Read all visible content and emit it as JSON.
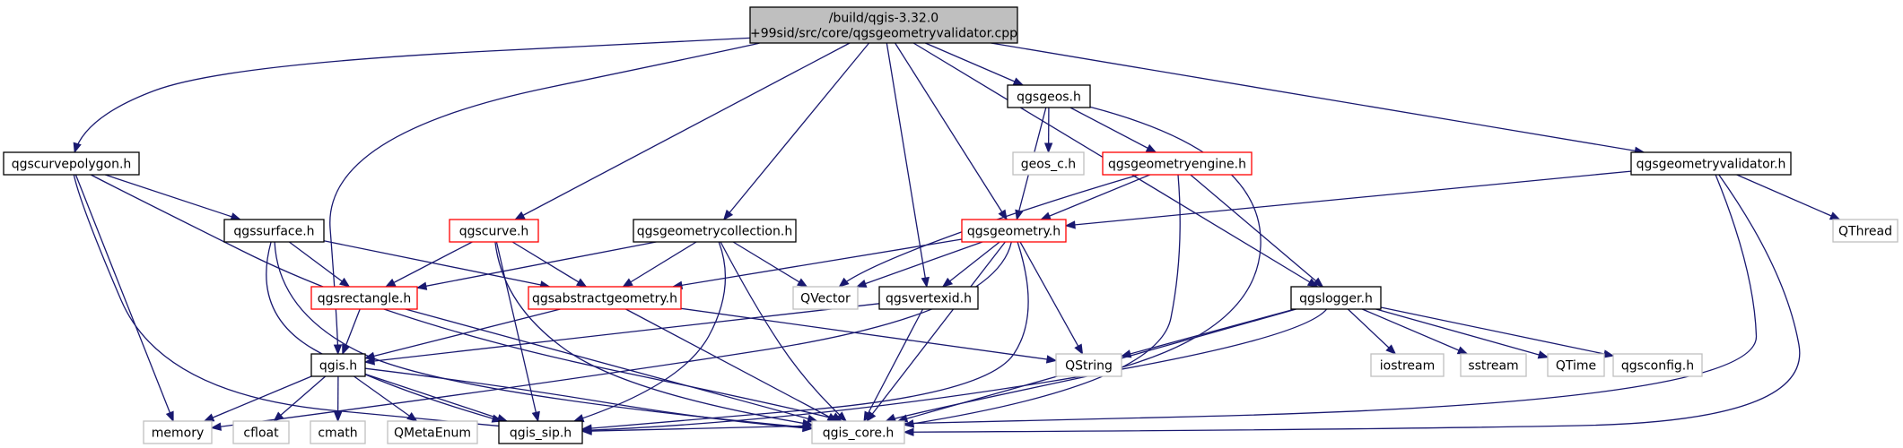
{
  "nodes": [
    {
      "id": "root",
      "kind": "root",
      "label_lines": [
        "/build/qgis-3.32.0",
        "+99sid/src/core/qgsgeometryvalidator.cpp"
      ]
    },
    {
      "id": "qgscurvepolygon_h",
      "kind": "doc",
      "label_lines": [
        "qgscurvepolygon.h"
      ]
    },
    {
      "id": "qgssurface_h",
      "kind": "doc",
      "label_lines": [
        "qgssurface.h"
      ]
    },
    {
      "id": "qgscurve_h",
      "kind": "red",
      "label_lines": [
        "qgscurve.h"
      ]
    },
    {
      "id": "qgsgeometrycollection_h",
      "kind": "doc",
      "label_lines": [
        "qgsgeometrycollection.h"
      ]
    },
    {
      "id": "qgsgeos_h",
      "kind": "doc",
      "label_lines": [
        "qgsgeos.h"
      ]
    },
    {
      "id": "geos_c_h",
      "kind": "ext",
      "label_lines": [
        "geos_c.h"
      ]
    },
    {
      "id": "qgsgeometryengine_h",
      "kind": "red",
      "label_lines": [
        "qgsgeometryengine.h"
      ]
    },
    {
      "id": "qgsgeometry_h",
      "kind": "red",
      "label_lines": [
        "qgsgeometry.h"
      ]
    },
    {
      "id": "qgsgeometryvalidator_h",
      "kind": "doc",
      "label_lines": [
        "qgsgeometryvalidator.h"
      ]
    },
    {
      "id": "QThread",
      "kind": "ext",
      "label_lines": [
        "QThread"
      ]
    },
    {
      "id": "qgsrectangle_h",
      "kind": "red",
      "label_lines": [
        "qgsrectangle.h"
      ]
    },
    {
      "id": "qgsabstractgeometry_h",
      "kind": "red",
      "label_lines": [
        "qgsabstractgeometry.h"
      ]
    },
    {
      "id": "QVector",
      "kind": "ext",
      "label_lines": [
        "QVector"
      ]
    },
    {
      "id": "qgsvertexid_h",
      "kind": "doc",
      "label_lines": [
        "qgsvertexid.h"
      ]
    },
    {
      "id": "qgslogger_h",
      "kind": "doc",
      "label_lines": [
        "qgslogger.h"
      ]
    },
    {
      "id": "qgis_h",
      "kind": "doc",
      "label_lines": [
        "qgis.h"
      ]
    },
    {
      "id": "QString",
      "kind": "ext",
      "label_lines": [
        "QString"
      ]
    },
    {
      "id": "iostream",
      "kind": "ext",
      "label_lines": [
        "iostream"
      ]
    },
    {
      "id": "sstream",
      "kind": "ext",
      "label_lines": [
        "sstream"
      ]
    },
    {
      "id": "QTime",
      "kind": "ext",
      "label_lines": [
        "QTime"
      ]
    },
    {
      "id": "qgsconfig_h",
      "kind": "ext",
      "label_lines": [
        "qgsconfig.h"
      ]
    },
    {
      "id": "memory",
      "kind": "ext",
      "label_lines": [
        "memory"
      ]
    },
    {
      "id": "cfloat",
      "kind": "ext",
      "label_lines": [
        "cfloat"
      ]
    },
    {
      "id": "cmath",
      "kind": "ext",
      "label_lines": [
        "cmath"
      ]
    },
    {
      "id": "QMetaEnum",
      "kind": "ext",
      "label_lines": [
        "QMetaEnum"
      ]
    },
    {
      "id": "qgis_sip_h",
      "kind": "doc",
      "label_lines": [
        "qgis_sip.h"
      ]
    },
    {
      "id": "qgis_core_h",
      "kind": "ext",
      "label_lines": [
        "qgis_core.h"
      ]
    }
  ],
  "edges": [
    [
      "root",
      "qgscurvepolygon_h"
    ],
    [
      "root",
      "qgis_h"
    ],
    [
      "root",
      "qgscurve_h"
    ],
    [
      "root",
      "qgsgeometrycollection_h"
    ],
    [
      "root",
      "qgsvertexid_h"
    ],
    [
      "root",
      "qgsgeometry_h"
    ],
    [
      "root",
      "qgsgeos_h"
    ],
    [
      "root",
      "qgslogger_h"
    ],
    [
      "root",
      "qgsgeometryvalidator_h"
    ],
    [
      "qgscurvepolygon_h",
      "qgssurface_h"
    ],
    [
      "qgscurvepolygon_h",
      "memory"
    ],
    [
      "qgscurvepolygon_h",
      "qgis_sip_h"
    ],
    [
      "qgscurvepolygon_h",
      "qgis_core_h"
    ],
    [
      "qgssurface_h",
      "qgsrectangle_h"
    ],
    [
      "qgssurface_h",
      "qgsabstractgeometry_h"
    ],
    [
      "qgssurface_h",
      "qgis_sip_h"
    ],
    [
      "qgssurface_h",
      "qgis_core_h"
    ],
    [
      "qgscurve_h",
      "qgsrectangle_h"
    ],
    [
      "qgscurve_h",
      "qgsabstractgeometry_h"
    ],
    [
      "qgscurve_h",
      "qgis_sip_h"
    ],
    [
      "qgscurve_h",
      "qgis_core_h"
    ],
    [
      "qgsgeometrycollection_h",
      "qgsrectangle_h"
    ],
    [
      "qgsgeometrycollection_h",
      "qgsabstractgeometry_h"
    ],
    [
      "qgsgeometrycollection_h",
      "QVector"
    ],
    [
      "qgsgeometrycollection_h",
      "qgis_sip_h"
    ],
    [
      "qgsgeometrycollection_h",
      "qgis_core_h"
    ],
    [
      "qgsgeos_h",
      "geos_c_h"
    ],
    [
      "qgsgeos_h",
      "qgsgeometryengine_h"
    ],
    [
      "qgsgeos_h",
      "qgsgeometry_h"
    ],
    [
      "qgsgeos_h",
      "qgis_core_h"
    ],
    [
      "qgsgeometryengine_h",
      "qgsgeometry_h"
    ],
    [
      "qgsgeometryengine_h",
      "QVector"
    ],
    [
      "qgsgeometryengine_h",
      "qgslogger_h"
    ],
    [
      "qgsgeometryengine_h",
      "qgis_core_h"
    ],
    [
      "qgsgeometryvalidator_h",
      "qgsgeometry_h"
    ],
    [
      "qgsgeometryvalidator_h",
      "QThread"
    ],
    [
      "qgsgeometryvalidator_h",
      "qgis_sip_h"
    ],
    [
      "qgsgeometryvalidator_h",
      "qgis_core_h"
    ],
    [
      "qgsgeometry_h",
      "qgsabstractgeometry_h"
    ],
    [
      "qgsgeometry_h",
      "QVector"
    ],
    [
      "qgsgeometry_h",
      "qgsvertexid_h"
    ],
    [
      "qgsgeometry_h",
      "QString"
    ],
    [
      "qgsgeometry_h",
      "memory"
    ],
    [
      "qgsgeometry_h",
      "qgis_sip_h"
    ],
    [
      "qgsgeometry_h",
      "qgis_core_h"
    ],
    [
      "qgsrectangle_h",
      "qgis_h"
    ],
    [
      "qgsrectangle_h",
      "qgis_core_h"
    ],
    [
      "qgsabstractgeometry_h",
      "qgis_h"
    ],
    [
      "qgsabstractgeometry_h",
      "QString"
    ],
    [
      "qgsabstractgeometry_h",
      "qgis_core_h"
    ],
    [
      "qgsvertexid_h",
      "qgis_h"
    ],
    [
      "qgsvertexid_h",
      "qgis_core_h"
    ],
    [
      "qgslogger_h",
      "QString"
    ],
    [
      "qgslogger_h",
      "iostream"
    ],
    [
      "qgslogger_h",
      "sstream"
    ],
    [
      "qgslogger_h",
      "QTime"
    ],
    [
      "qgslogger_h",
      "qgsconfig_h"
    ],
    [
      "qgslogger_h",
      "qgis_sip_h"
    ],
    [
      "qgslogger_h",
      "qgis_core_h"
    ],
    [
      "qgis_h",
      "memory"
    ],
    [
      "qgis_h",
      "cfloat"
    ],
    [
      "qgis_h",
      "cmath"
    ],
    [
      "qgis_h",
      "QMetaEnum"
    ],
    [
      "qgis_h",
      "qgis_sip_h"
    ],
    [
      "qgis_h",
      "qgis_core_h"
    ]
  ],
  "colors": {
    "edge": "#191970",
    "root_fill": "#bfbfbf",
    "documented_border": "#000000",
    "incomplete_border": "#ff0000",
    "external_border": "#bfbfbf",
    "background": "#ffffff"
  }
}
